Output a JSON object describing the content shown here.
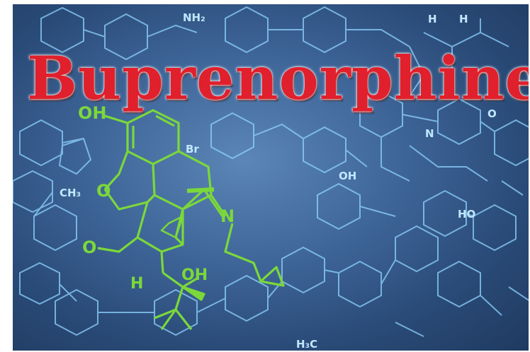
{
  "title": "Buprenorphine",
  "molecule_labels": {
    "oh_top": "OH",
    "o_ether": "O",
    "n": "N",
    "o_methoxy": "O",
    "h": "H",
    "oh_bottom": "OH"
  },
  "background_labels": {
    "nh2": "NH₂",
    "h_a": "H",
    "h_b": "H",
    "ho": "HO",
    "oh": "OH",
    "o": "O",
    "n": "N",
    "ch3": "CH₃",
    "h3c": "H₃C",
    "br": "Br"
  },
  "colors": {
    "title_red": "#e0202c",
    "molecule_green": "#7bd83a",
    "line_cyan": "#8fd3ff",
    "background_blue": "#3f6699"
  }
}
